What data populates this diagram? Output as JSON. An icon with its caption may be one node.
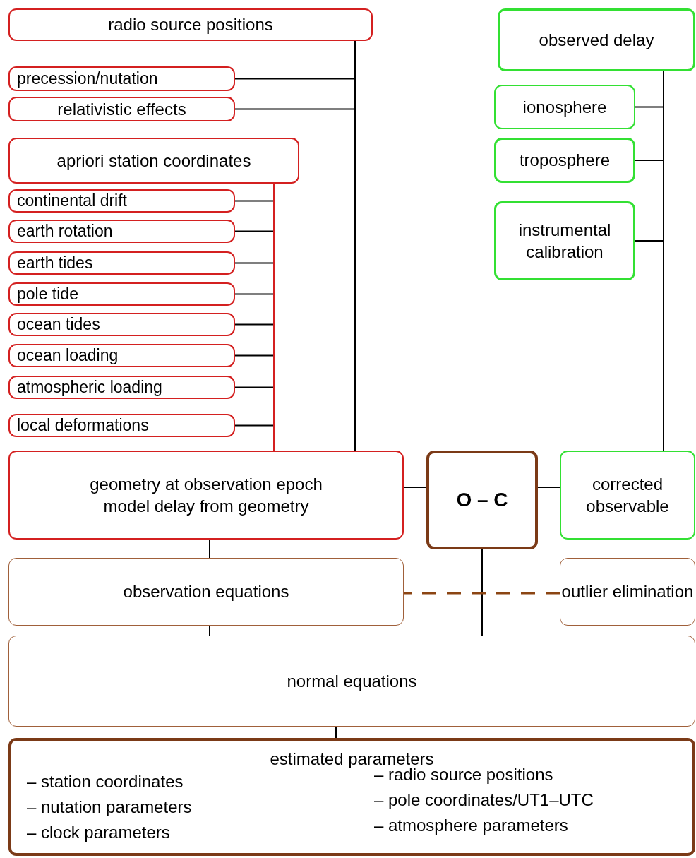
{
  "diagram": {
    "nodes": [
      {
        "text": [
          "radio source positions"
        ]
      },
      {
        "text": [
          "precession/nutation"
        ]
      },
      {
        "text": [
          "relativistic effects"
        ]
      },
      {
        "text": [
          "apriori station coordinates"
        ]
      },
      {
        "text": [
          "continental drift"
        ]
      },
      {
        "text": [
          "earth rotation"
        ]
      },
      {
        "text": [
          "earth tides"
        ]
      },
      {
        "text": [
          "pole tide"
        ]
      },
      {
        "text": [
          "ocean tides"
        ]
      },
      {
        "text": [
          "ocean loading"
        ]
      },
      {
        "text": [
          "atmospheric loading"
        ]
      },
      {
        "text": [
          "local deformations"
        ]
      },
      {
        "text": [
          "geometry at observation epoch",
          "model delay from geometry"
        ]
      },
      {
        "text": [
          "O – C"
        ]
      },
      {
        "text": [
          "corrected observable"
        ]
      },
      {
        "text": [
          "observed delay"
        ]
      },
      {
        "text": [
          "ionosphere"
        ]
      },
      {
        "text": [
          "troposphere"
        ]
      },
      {
        "text": [
          "instrumental calibration"
        ]
      },
      {
        "text": [
          "observation equations"
        ]
      },
      {
        "text": [
          "outlier elimination"
        ]
      },
      {
        "text": [
          "normal equations"
        ]
      },
      {
        "text": [
          "estimated parameters",
          "– station coordinates",
          "– nutation parameters",
          "– clock parameters",
          "– radio source positions",
          "– pole coordinates/UT1–UTC",
          "– atmosphere parameters"
        ]
      }
    ],
    "edges": [
      {
        "from": 0,
        "to": 12,
        "arrow": "none"
      },
      {
        "from": 1,
        "to": 12,
        "arrow": "none"
      },
      {
        "from": 2,
        "to": 12,
        "arrow": "none"
      },
      {
        "from": 4,
        "to": 12,
        "arrow": "none"
      },
      {
        "from": 5,
        "to": 12,
        "arrow": "none"
      },
      {
        "from": 6,
        "to": 12,
        "arrow": "none"
      },
      {
        "from": 7,
        "to": 12,
        "arrow": "none"
      },
      {
        "from": 8,
        "to": 12,
        "arrow": "none"
      },
      {
        "from": 9,
        "to": 12,
        "arrow": "none"
      },
      {
        "from": 10,
        "to": 12,
        "arrow": "none"
      },
      {
        "from": 11,
        "to": 12,
        "arrow": "none"
      },
      {
        "from": 3,
        "to": 12,
        "arrow": "none",
        "color": "#d42020"
      },
      {
        "from": 15,
        "to": 14,
        "arrow": "none"
      },
      {
        "from": 16,
        "to": 14,
        "arrow": "none"
      },
      {
        "from": 17,
        "to": 14,
        "arrow": "none"
      },
      {
        "from": 18,
        "to": 14,
        "arrow": "none"
      },
      {
        "from": 12,
        "to": 13,
        "arrow": "none"
      },
      {
        "from": 13,
        "to": 14,
        "arrow": "none"
      },
      {
        "from": 12,
        "to": 19,
        "arrow": "none"
      },
      {
        "from": 19,
        "to": 21,
        "arrow": "none"
      },
      {
        "from": 13,
        "to": 21,
        "arrow": "none"
      },
      {
        "from": 20,
        "to": 19,
        "arrow": "none",
        "style": "dashed",
        "color": "#8b4513"
      },
      {
        "from": 21,
        "to": 22,
        "arrow": "none"
      }
    ]
  }
}
